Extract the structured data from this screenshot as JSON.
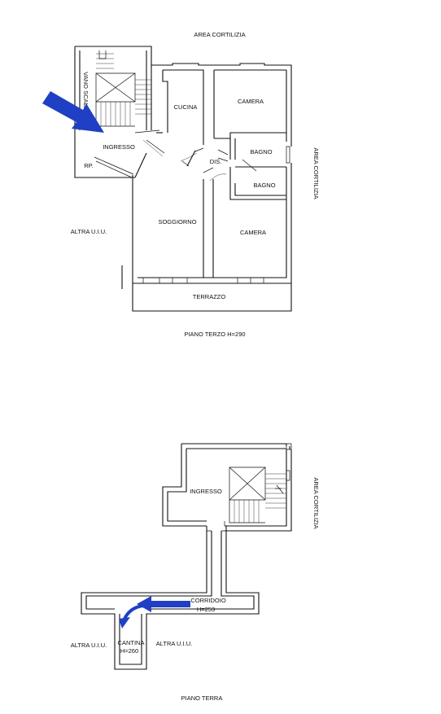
{
  "colors": {
    "arrow": "#1f3fc4",
    "line": "#111111",
    "background": "#ffffff"
  },
  "floor3": {
    "title": "PIANO TERZO H=290",
    "labels": {
      "top_area": "AREA CORTILIZIA",
      "right_area": "AREA CORTILIZIA",
      "stair": "VANO SCALA",
      "entrance": "INGRESSO",
      "landing": "RP.",
      "kitchen": "CUCINA",
      "bedroom_top": "CAMERA",
      "bath_1": "BAGNO",
      "bath_2": "BAGNO",
      "hall": "DIS.",
      "living": "SOGGIORNO",
      "bedroom_bottom": "CAMERA",
      "terrace": "TERRAZZO",
      "neighbor": "ALTRA U.I.U."
    }
  },
  "ground": {
    "title": "PIANO TERRA",
    "labels": {
      "entrance": "INGRESSO",
      "right_area": "AREA CORTILIZIA",
      "corridor": "CORRIDOIO",
      "corridor_height": "H=253",
      "cellar": "CANTINA",
      "cellar_height": "H=260",
      "neighbor_left": "ALTRA U.I.U.",
      "neighbor_right": "ALTRA U.I.U."
    }
  }
}
